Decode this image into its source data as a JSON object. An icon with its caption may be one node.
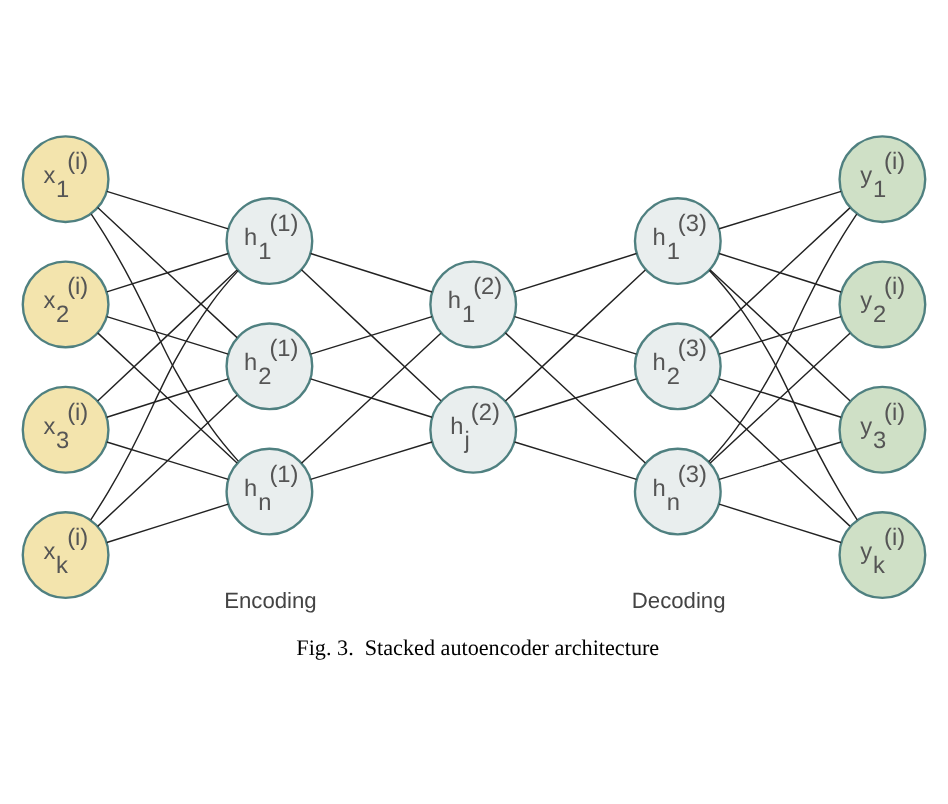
{
  "diagram": {
    "caption": "Fig. 3.  Stacked autoencoder architecture",
    "nodes": [
      {
        "text": [
          "x$_{1}$$^{(i)}$"
        ]
      },
      {
        "text": [
          "x$_{2}$$^{(i)}$"
        ]
      },
      {
        "text": [
          "x$_{3}$$^{(i)}$"
        ]
      },
      {
        "text": [
          "x$_{k}$$^{(i)}$"
        ]
      },
      {
        "text": [
          "h$_{1}$$^{(1)}$"
        ]
      },
      {
        "text": [
          "h$_{2}$$^{(1)}$"
        ]
      },
      {
        "text": [
          "h$_{n}$$^{(1)}$"
        ]
      },
      {
        "text": [
          "h$_{1}$$^{(2)}$"
        ]
      },
      {
        "text": [
          "h$_{j}$$^{(2)}$"
        ]
      },
      {
        "text": [
          "h$_{1}$$^{(3)}$"
        ]
      },
      {
        "text": [
          "h$_{2}$$^{(3)}$"
        ]
      },
      {
        "text": [
          "h$_{n}$$^{(3)}$"
        ]
      },
      {
        "text": [
          "y$_{1}$$^{(i)}$"
        ]
      },
      {
        "text": [
          "y$_{2}$$^{(i)}$"
        ]
      },
      {
        "text": [
          "y$_{3}$$^{(i)}$"
        ]
      },
      {
        "text": [
          "y$_{k}$$^{(i)}$"
        ]
      }
    ],
    "edges": [
      {
        "from": 0,
        "to": 4,
        "arrow": "none"
      },
      {
        "from": 0,
        "to": 5,
        "arrow": "none"
      },
      {
        "from": 0,
        "to": 6,
        "arrow": "none"
      },
      {
        "from": 1,
        "to": 4,
        "arrow": "none"
      },
      {
        "from": 1,
        "to": 5,
        "arrow": "none"
      },
      {
        "from": 1,
        "to": 6,
        "arrow": "none"
      },
      {
        "from": 2,
        "to": 4,
        "arrow": "none"
      },
      {
        "from": 2,
        "to": 5,
        "arrow": "none"
      },
      {
        "from": 2,
        "to": 6,
        "arrow": "none"
      },
      {
        "from": 3,
        "to": 4,
        "arrow": "none"
      },
      {
        "from": 3,
        "to": 5,
        "arrow": "none"
      },
      {
        "from": 3,
        "to": 6,
        "arrow": "none"
      },
      {
        "from": 4,
        "to": 7,
        "arrow": "none"
      },
      {
        "from": 4,
        "to": 8,
        "arrow": "none"
      },
      {
        "from": 5,
        "to": 7,
        "arrow": "none"
      },
      {
        "from": 5,
        "to": 8,
        "arrow": "none"
      },
      {
        "from": 6,
        "to": 7,
        "arrow": "none"
      },
      {
        "from": 6,
        "to": 8,
        "arrow": "none"
      },
      {
        "from": 7,
        "to": 9,
        "arrow": "none"
      },
      {
        "from": 7,
        "to": 10,
        "arrow": "none"
      },
      {
        "from": 7,
        "to": 11,
        "arrow": "none"
      },
      {
        "from": 8,
        "to": 9,
        "arrow": "none"
      },
      {
        "from": 8,
        "to": 10,
        "arrow": "none"
      },
      {
        "from": 8,
        "to": 11,
        "arrow": "none"
      },
      {
        "from": 9,
        "to": 12,
        "arrow": "none"
      },
      {
        "from": 9,
        "to": 13,
        "arrow": "none"
      },
      {
        "from": 9,
        "to": 14,
        "arrow": "none"
      },
      {
        "from": 9,
        "to": 15,
        "arrow": "none"
      },
      {
        "from": 10,
        "to": 12,
        "arrow": "none"
      },
      {
        "from": 10,
        "to": 13,
        "arrow": "none"
      },
      {
        "from": 10,
        "to": 14,
        "arrow": "none"
      },
      {
        "from": 10,
        "to": 15,
        "arrow": "none"
      },
      {
        "from": 11,
        "to": 12,
        "arrow": "none"
      },
      {
        "from": 11,
        "to": 13,
        "arrow": "none"
      },
      {
        "from": 11,
        "to": 14,
        "arrow": "none"
      },
      {
        "from": 11,
        "to": 15,
        "arrow": "none"
      }
    ],
    "labels": [
      "Encoding",
      "Decoding"
    ]
  }
}
